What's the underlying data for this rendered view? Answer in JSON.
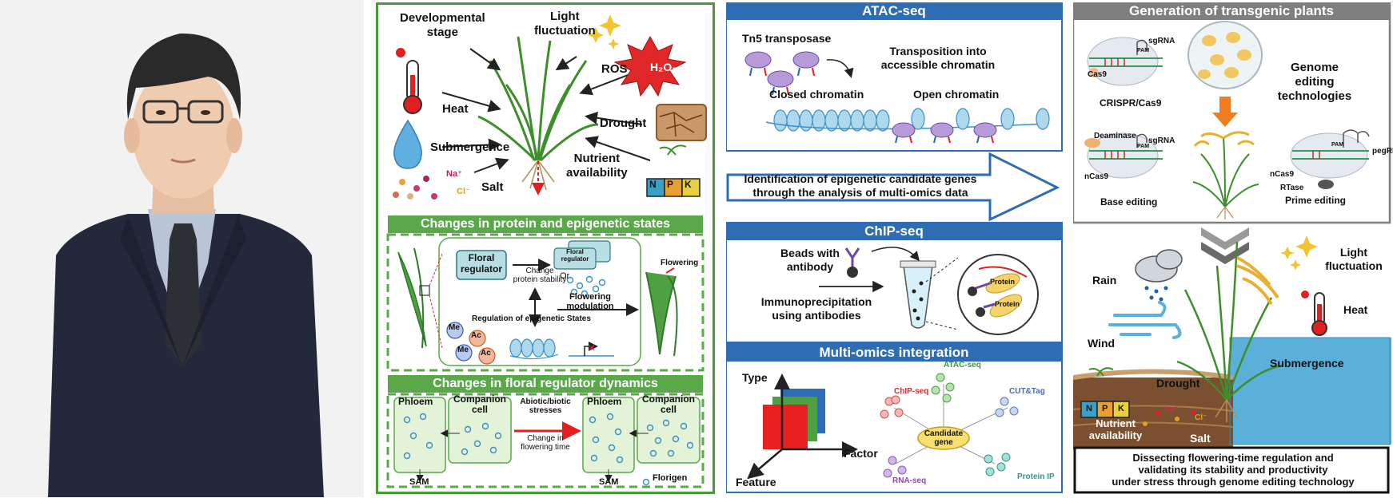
{
  "panel_a": {
    "stressors": {
      "developmental_stage": "Developmental\nstage",
      "light_fluctuation": "Light\nfluctuation",
      "ros": "ROS",
      "h2o2": "H₂O₂",
      "heat": "Heat",
      "drought": "Drought",
      "submergence": "Submergence",
      "nutrient_availability": "Nutrient\navailability",
      "salt": "Salt",
      "na": "Na⁺",
      "cl": "Cl⁻",
      "npk": [
        "N",
        "P",
        "K"
      ]
    },
    "protein_section": {
      "title": "Changes in protein and epigenetic states",
      "floral_regulator": "Floral\nregulator",
      "change_protein_stability": "Change\nprotein stability",
      "or": "Or",
      "flowering_modulation": "Flowering\nmodulation",
      "flowering": "Flowering",
      "regulation_epigenetic": "Regulation of epigenetic States",
      "me": "Me",
      "ac": "Ac"
    },
    "dynamics_section": {
      "title": "Changes in floral regulator dynamics",
      "phloem": "Phloem",
      "companion_cell": "Companion\ncell",
      "stresses": "Abiotic/biotic\nstresses",
      "change_flowering_time": "Change in\nflowering time",
      "sam": "SAM",
      "florigen": "Florigen"
    }
  },
  "panel_b": {
    "atac": {
      "title": "ATAC-seq",
      "tn5": "Tn5 transposase",
      "transposition": "Transposition into\naccessible chromatin",
      "closed": "Closed chromatin",
      "open": "Open chromatin"
    },
    "arrow_text": "Identification of epigenetic candidate genes\nthrough the analysis of multi-omics data",
    "chip": {
      "title": "ChIP-seq",
      "beads": "Beads with\nantibody",
      "immuno": "Immunoprecipitation\nusing antibodies",
      "protein": "Protein"
    },
    "multiomics": {
      "title": "Multi-omics integration",
      "type": "Type",
      "feature": "Feature",
      "factor": "Factor",
      "atac": "ATAC-seq",
      "chip": "ChIP-seq",
      "cut": "CUT&Tag",
      "candidate": "Candidate\ngene",
      "rna": "RNA-seq",
      "protein_ip": "Protein IP"
    }
  },
  "panel_c": {
    "title": "Generation of transgenic plants",
    "cas9": "Cas9",
    "sgrna": "sgRNA",
    "pam": "PAM",
    "crispr": "CRISPR/Cas9",
    "genome_editing": "Genome\nediting\ntechnologies",
    "deaminase": "Deaminase",
    "ncas9": "nCas9",
    "base_editing": "Base editing",
    "pegrna": "pegRNA",
    "rtase": "RTase",
    "prime_editing": "Prime editing",
    "rain": "Rain",
    "light_fluctuation": "Light\nfluctuation",
    "heat": "Heat",
    "wind": "Wind",
    "submergence": "Submergence",
    "drought": "Drought",
    "nutrient": "Nutrient\navailability",
    "salt": "Salt",
    "na": "Na⁺",
    "cl": "Cl⁻",
    "npk": [
      "N",
      "P",
      "K"
    ],
    "caption": "Dissecting flowering-time regulation and\nvalidating its stability and productivity\nunder stress through genome editing technology"
  },
  "colors": {
    "green_frame": "#4a9a3c",
    "green_bar": "#5aa84a",
    "blue_bar": "#2e6db4",
    "grey_bar": "#7f7f7f",
    "red_arrow": "#e02020"
  }
}
